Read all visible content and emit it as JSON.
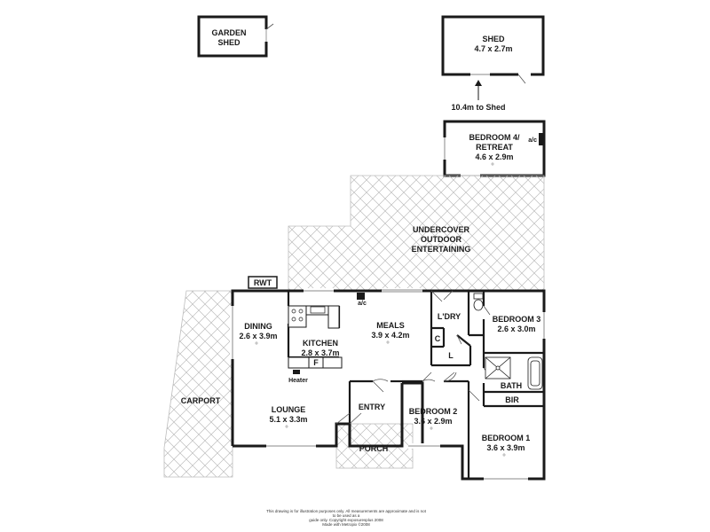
{
  "rooms": {
    "garden_shed": {
      "line1": "GARDEN",
      "line2": "SHED"
    },
    "shed": {
      "name": "SHED",
      "dims": "4.7 x 2.7m"
    },
    "shed_distance": "10.4m to Shed",
    "bedroom4": {
      "line1": "BEDROOM 4/",
      "line2": "RETREAT",
      "dims": "4.6 x 2.9m"
    },
    "ac_bed4": "a/c",
    "outdoor": {
      "line1": "UNDERCOVER",
      "line2": "OUTDOOR",
      "line3": "ENTERTAINING"
    },
    "rwt": "RWT",
    "dining": {
      "name": "DINING",
      "dims": "2.6 x 3.9m"
    },
    "kitchen": {
      "name": "KITCHEN",
      "dims": "2.8 x 3.7m"
    },
    "fridge": "F",
    "heater": "Heater",
    "ac_kitchen": "a/c",
    "meals": {
      "name": "MEALS",
      "dims": "3.9 x 4.2m"
    },
    "laundry": "L'DRY",
    "cupboard": "C",
    "linen": "L",
    "bedroom3": {
      "name": "BEDROOM 3",
      "dims": "2.6 x 3.0m"
    },
    "bath": "BATH",
    "bir": "BIR",
    "carport": "CARPORT",
    "lounge": {
      "name": "LOUNGE",
      "dims": "5.1 x 3.3m"
    },
    "entry": "ENTRY",
    "bedroom2": {
      "name": "BEDROOM 2",
      "dims": "3.6 x 2.9m"
    },
    "bedroom1": {
      "name": "BEDROOM 1",
      "dims": "3.6 x 3.9m"
    },
    "porch": "PORCH"
  },
  "disclaimer": {
    "line1": "This drawing is for illustration purposes only. All measurements are approximate and is not to be used as a",
    "line2": "guide only. Copyright exposuresplus 2008",
    "line3": "Made with Metropix ©2008"
  },
  "colors": {
    "wall": "#1a1a1a",
    "hatch": "#bdbdbd",
    "background": "#ffffff"
  }
}
